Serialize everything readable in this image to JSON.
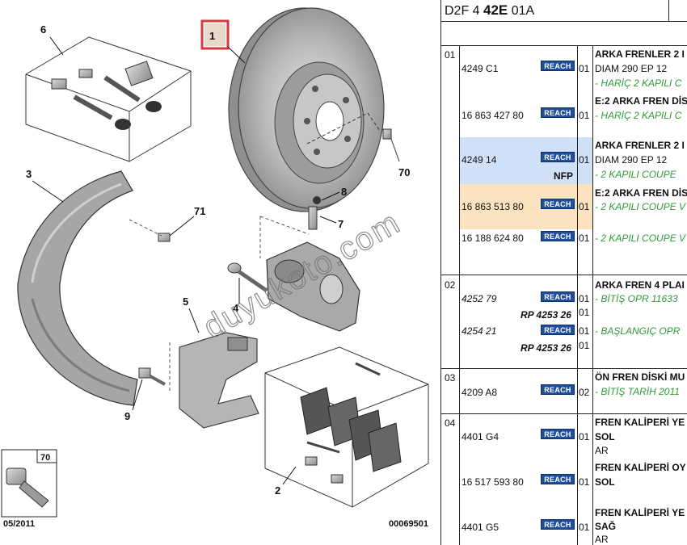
{
  "diagram": {
    "callouts": {
      "c1": "1",
      "c2": "2",
      "c3": "3",
      "c4": "4",
      "c5": "5",
      "c6": "6",
      "c7": "7",
      "c8": "8",
      "c9": "9",
      "c70": "70",
      "c71": "71"
    },
    "inset_label": "70",
    "date": "05/2011",
    "image_ref": "00069501",
    "watermark": "duyukoto.com",
    "highlight_color": "#d63a3a"
  },
  "table": {
    "header_code_prefix": "D2F 4 ",
    "header_code_bold": "42E",
    "header_code_suffix": " 01A",
    "reach_label": "REACH",
    "colors": {
      "row_blue": "#cfe0f7",
      "row_orange": "#fbe3bf",
      "green": "#2f9a3a",
      "reach": "#1f4f9c"
    },
    "rows": [
      {
        "sec": "01",
        "pn": "4249 C1",
        "qty": "01",
        "lines": [
          "ARKA FRENLER 2 I",
          "DIAM 290 EP 12",
          "- HARİÇ 2 KAPILI C"
        ]
      },
      {
        "pn": "16 863 427 80",
        "qty": "01",
        "lines": [
          "E:2 ARKA FREN DİS",
          "- HARİÇ 2 KAPILI C"
        ]
      },
      {
        "pn": "4249 14",
        "qty": "01",
        "nfp": "NFP",
        "lines": [
          "ARKA FRENLER 2 I",
          "DIAM 290 EP 12",
          "- 2 KAPILI COUPE"
        ]
      },
      {
        "pn": "16 863 513 80",
        "qty": "01",
        "lines": [
          "E:2 ARKA FREN DİS",
          "- 2 KAPILI COUPE V"
        ]
      },
      {
        "pn": "16 188 624 80",
        "qty": "01",
        "lines": [
          "- 2 KAPILI COUPE V"
        ]
      },
      {
        "sec": "02",
        "pn": "4252 79",
        "qty": "01",
        "rp": "RP 4253 26",
        "qty2": "01",
        "lines": [
          "ARKA FREN 4 PLAI",
          "- BİTİŞ OPR 11633"
        ]
      },
      {
        "pn": "4254 21",
        "qty": "01",
        "rp": "RP 4253 26",
        "qty2": "01",
        "lines": [
          "- BAŞLANGIÇ OPR"
        ]
      },
      {
        "sec": "03",
        "pn": "4209 A8",
        "qty": "02",
        "lines": [
          "ÖN FREN DİSKİ MU",
          "- BİTİŞ TARİH 2011"
        ]
      },
      {
        "sec": "04",
        "pn": "4401 G4",
        "qty": "01",
        "lines": [
          "FREN KALİPERİ YE",
          "SOL",
          "AR"
        ]
      },
      {
        "pn": "16 517 593 80",
        "qty": "01",
        "lines": [
          "FREN KALİPERİ OY",
          "SOL"
        ]
      },
      {
        "pn": "4401 G5",
        "qty": "01",
        "lines": [
          "FREN KALİPERİ YE",
          "SAĞ",
          "AR"
        ]
      }
    ]
  }
}
